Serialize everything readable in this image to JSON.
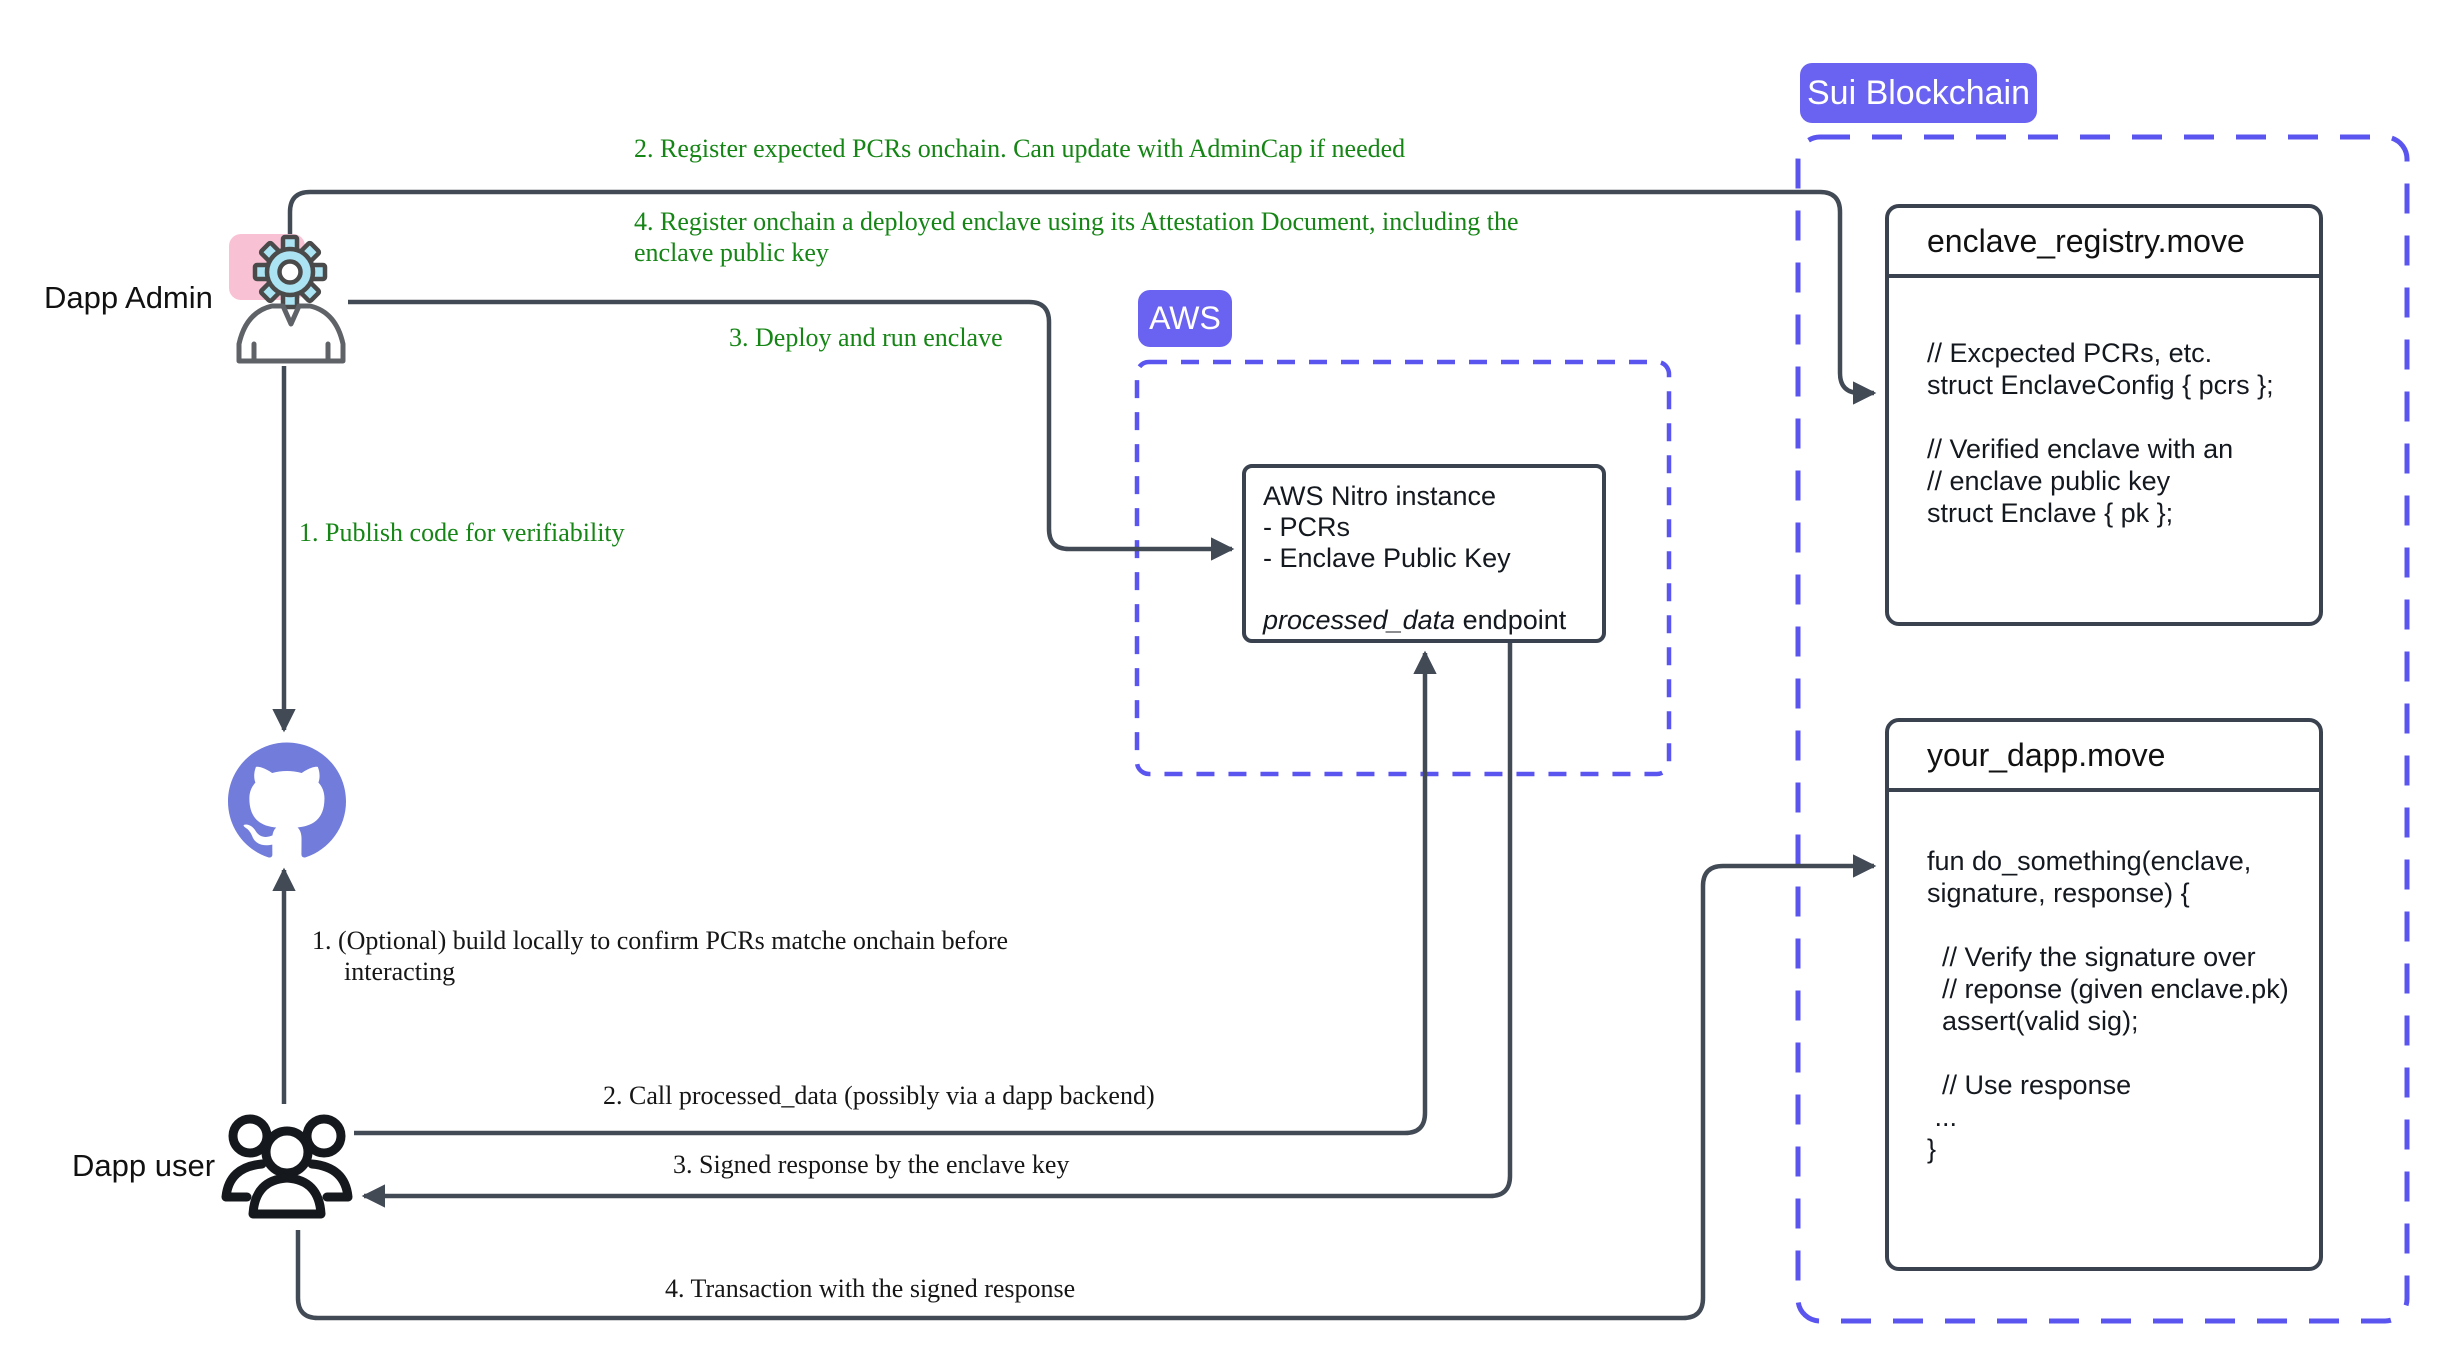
{
  "actors": {
    "admin_label": "Dapp Admin",
    "user_label": "Dapp user"
  },
  "badges": {
    "aws": "AWS",
    "sui": "Sui Blockchain"
  },
  "annotations": {
    "green": {
      "publish": "1. Publish code for verifiability",
      "register_pcrs": "2. Register expected PCRs onchain. Can update with AdminCap if needed",
      "deploy": "3. Deploy and run enclave",
      "register_enclave_line1": "4. Register onchain a deployed enclave using its Attestation Document, including the",
      "register_enclave_line2": "enclave public key"
    },
    "black": {
      "build_line1": "1. (Optional) build locally to confirm PCRs matche onchain before",
      "build_line2": "interacting",
      "call": "2. Call processed_data (possibly via a dapp backend)",
      "signed": "3. Signed response by the enclave key",
      "transaction": "4. Transaction with the signed response"
    }
  },
  "boxes": {
    "nitro": {
      "title": "AWS Nitro instance",
      "lines": [
        "- PCRs",
        "- Enclave Public Key",
        ""
      ],
      "endpoint_name": "processed_data",
      "endpoint_suffix": " endpoint"
    },
    "registry": {
      "title": "enclave_registry.move",
      "code": [
        "// Excpected PCRs, etc.",
        "struct EnclaveConfig { pcrs };",
        "",
        "// Verified enclave with an",
        "// enclave public key",
        "struct Enclave { pk };"
      ]
    },
    "dapp": {
      "title": "your_dapp.move",
      "code": [
        "fun do_something(enclave,",
        "signature, response) {",
        "",
        "  // Verify the signature over",
        "  // reponse (given enclave.pk)",
        "  assert(valid sig);",
        "",
        "  // Use response",
        " ...",
        "}"
      ]
    }
  },
  "icons": {
    "admin": "gear-icon + person-icon",
    "repository": "github-icon",
    "user": "users-icon"
  },
  "colors": {
    "accent_purple": "#6A62F0",
    "dash_purple": "#5B55F0",
    "green": "#158515",
    "line": "#424A56",
    "line_dark": "#39424E",
    "pink": "#F9C2D4",
    "gear_cyan": "#ABE3F2",
    "github_blue": "#717CDB"
  }
}
